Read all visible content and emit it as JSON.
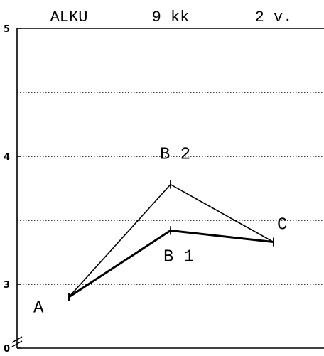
{
  "chart_data": {
    "type": "line",
    "categories": [
      "ALKU",
      "9 kk",
      "2 v."
    ],
    "ylim": [
      2.5,
      5
    ],
    "yticks": [
      {
        "value": 5,
        "label": "5"
      },
      {
        "value": 4,
        "label": "4"
      },
      {
        "value": 3,
        "label": "3"
      },
      {
        "value": 2.5,
        "label": "0"
      }
    ],
    "grid": true,
    "series": [
      {
        "values": [
          2.9,
          3.78,
          3.33
        ]
      },
      {
        "values": [
          2.9,
          3.42,
          3.33
        ]
      }
    ],
    "annotations": [
      {
        "text": "A",
        "category": 0,
        "y": 2.78,
        "dx": -50
      },
      {
        "text": "B 2",
        "category": 1,
        "y": 3.98,
        "dx": -15
      },
      {
        "text": "B 1",
        "category": 1,
        "y": 3.18,
        "dx": -10
      },
      {
        "text": "C",
        "category": 2,
        "y": 3.43,
        "dx": 5
      }
    ],
    "colors": {
      "line": "#000000",
      "grid": "#000000"
    }
  }
}
